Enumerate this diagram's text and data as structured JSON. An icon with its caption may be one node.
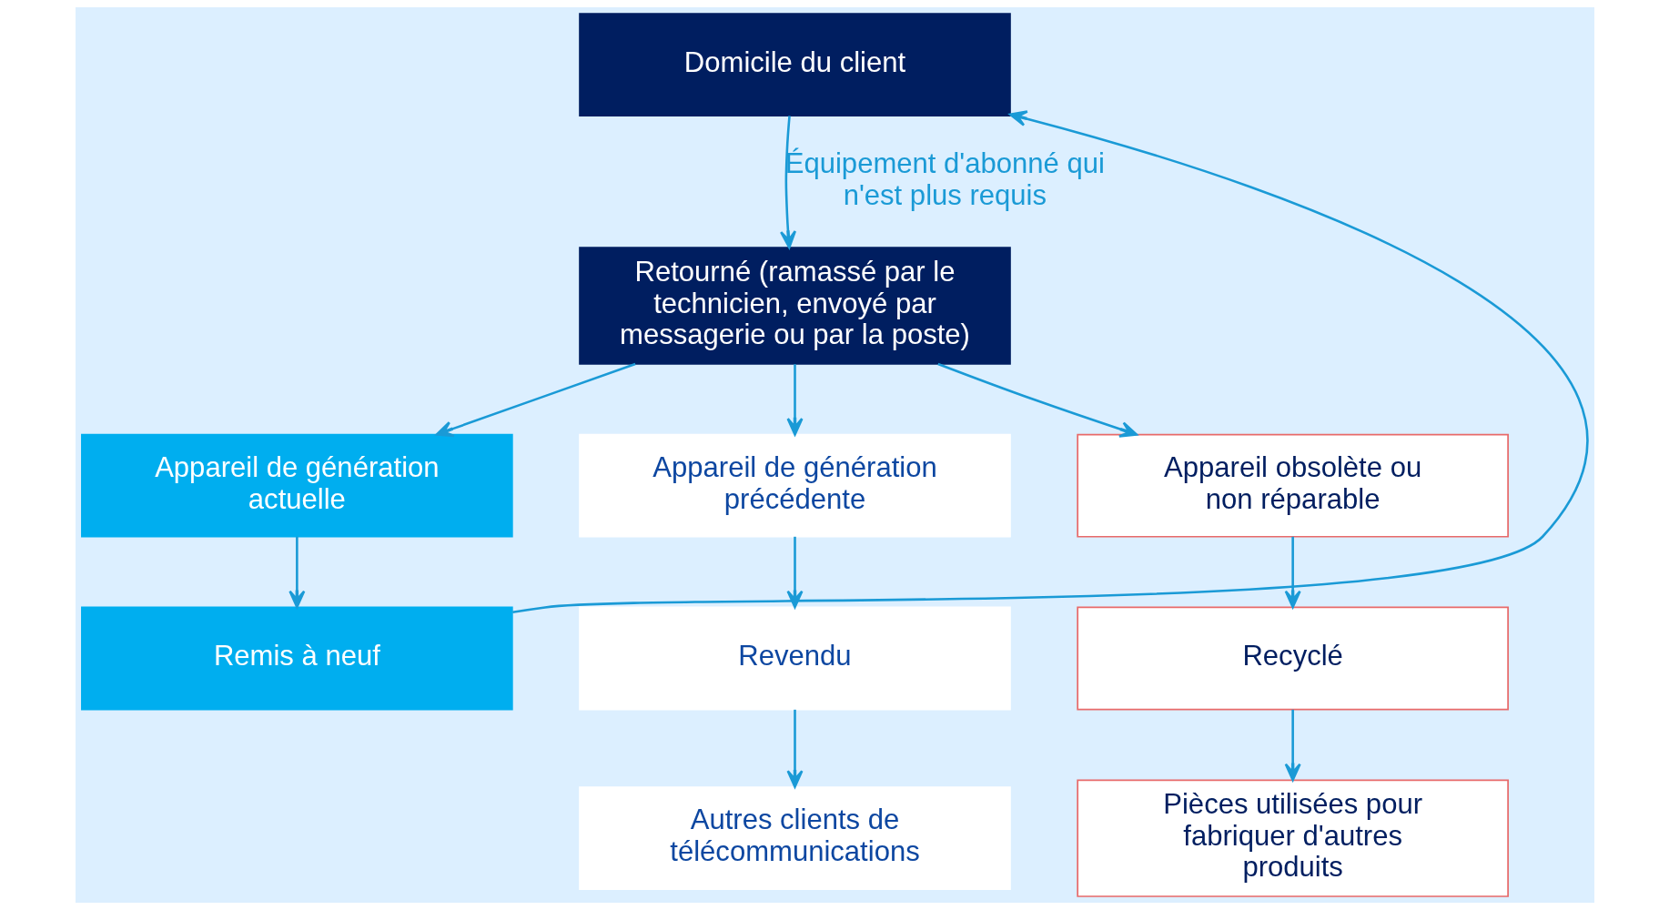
{
  "diagram": {
    "nodes": [
      {
        "text": [
          "Domicile du client"
        ]
      },
      {
        "text": [
          "Retourné (ramassé par le technicien, envoyé par messagerie ou par la poste)"
        ]
      },
      {
        "text": [
          "Appareil de génération actuelle"
        ]
      },
      {
        "text": [
          "Appareil de génération précédente"
        ]
      },
      {
        "text": [
          "Appareil obsolète ou non réparable"
        ]
      },
      {
        "text": [
          "Remis à neuf"
        ]
      },
      {
        "text": [
          "Revendu"
        ]
      },
      {
        "text": [
          "Recyclé"
        ]
      },
      {
        "text": [
          "Autres clients de télécommunications"
        ]
      },
      {
        "text": [
          "Pièces utilisées pour fabriquer d'autres produits"
        ]
      }
    ],
    "edges": [
      {
        "from": 0,
        "to": 1,
        "arrow": "to",
        "label": "Équipement d'abonné qui n'est plus requis"
      },
      {
        "from": 1,
        "to": 2,
        "arrow": "to"
      },
      {
        "from": 1,
        "to": 3,
        "arrow": "to"
      },
      {
        "from": 1,
        "to": 4,
        "arrow": "to"
      },
      {
        "from": 2,
        "to": 5,
        "arrow": "to"
      },
      {
        "from": 3,
        "to": 6,
        "arrow": "to"
      },
      {
        "from": 4,
        "to": 7,
        "arrow": "to"
      },
      {
        "from": 6,
        "to": 8,
        "arrow": "to"
      },
      {
        "from": 7,
        "to": 9,
        "arrow": "to"
      },
      {
        "from": 5,
        "to": 0,
        "arrow": "to"
      }
    ]
  }
}
